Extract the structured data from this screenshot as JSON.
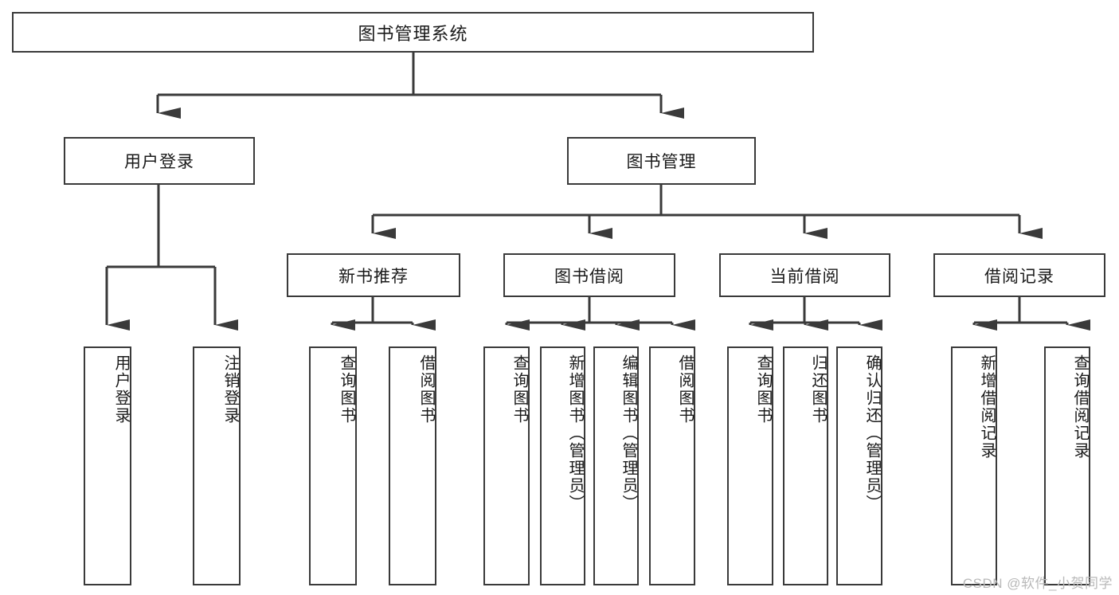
{
  "diagram": {
    "type": "tree-hierarchy",
    "title": "图书管理系统",
    "root": {
      "label": "图书管理系统"
    },
    "level1": [
      {
        "label": "用户登录"
      },
      {
        "label": "图书管理"
      }
    ],
    "level2": [
      {
        "label": "新书推荐",
        "parent": "图书管理"
      },
      {
        "label": "图书借阅",
        "parent": "图书管理"
      },
      {
        "label": "当前借阅",
        "parent": "图书管理"
      },
      {
        "label": "借阅记录",
        "parent": "图书管理"
      }
    ],
    "leaves": {
      "user_login": [
        {
          "label": "用户登录"
        },
        {
          "label": "注销登录"
        }
      ],
      "new_book_recommend": [
        {
          "label": "查询图书"
        },
        {
          "label": "借阅图书"
        }
      ],
      "book_borrow": [
        {
          "label": "查询图书"
        },
        {
          "label": "新增图书（管理员）"
        },
        {
          "label": "编辑图书（管理员）"
        },
        {
          "label": "借阅图书"
        }
      ],
      "current_borrow": [
        {
          "label": "查询图书"
        },
        {
          "label": "归还图书"
        },
        {
          "label": "确认归还（管理员）"
        }
      ],
      "borrow_record": [
        {
          "label": "新增借阅记录"
        },
        {
          "label": "查询借阅记录"
        }
      ]
    }
  },
  "watermark": {
    "text": "CSDN @软件_小贺同学"
  },
  "colors": {
    "stroke": "#3a3a3a",
    "box_fill": "#ffffff",
    "text": "#1a1a1a",
    "watermark": "#b9b9b9",
    "background": "#ffffff"
  }
}
